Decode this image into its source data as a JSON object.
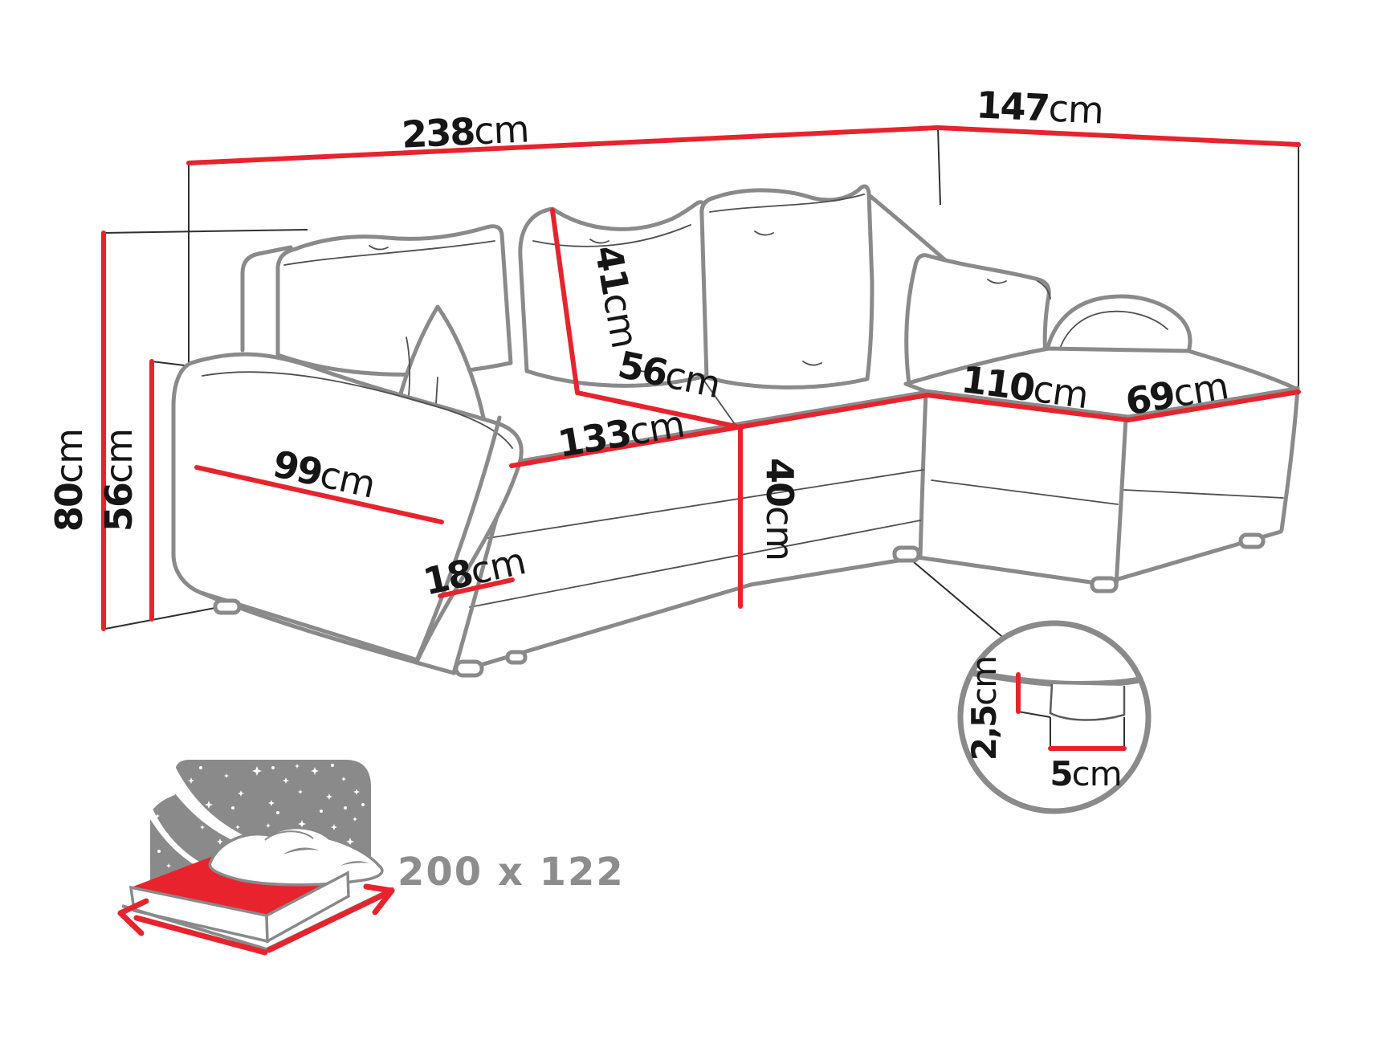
{
  "diagram": {
    "title_hidden": "",
    "unit": "cm",
    "dimensions": {
      "overall_width": {
        "value": "238",
        "unit": "cm"
      },
      "overall_depth": {
        "value": "147",
        "unit": "cm"
      },
      "overall_height": {
        "value": "80",
        "unit": "cm"
      },
      "backrest_height": {
        "value": "56",
        "unit": "cm"
      },
      "back_cushion_height": {
        "value": "41",
        "unit": "cm"
      },
      "seat_depth": {
        "value": "56",
        "unit": "cm"
      },
      "seat_width": {
        "value": "133",
        "unit": "cm"
      },
      "chaise_length": {
        "value": "110",
        "unit": "cm"
      },
      "chaise_width": {
        "value": "69",
        "unit": "cm"
      },
      "armrest_length": {
        "value": "99",
        "unit": "cm"
      },
      "armrest_front_width": {
        "value": "18",
        "unit": "cm"
      },
      "seat_height": {
        "value": "40",
        "unit": "cm"
      },
      "leg_height": {
        "value": "2,5",
        "unit": "cm"
      },
      "leg_width": {
        "value": "5",
        "unit": "cm"
      }
    },
    "sleeping_area": {
      "label": "200 x 122"
    },
    "colors": {
      "dimension_red": "#e8232d",
      "outline_gray": "#8a8a8a",
      "label_black": "#161616",
      "sleeping_label_gray": "#8d8d8d"
    }
  }
}
